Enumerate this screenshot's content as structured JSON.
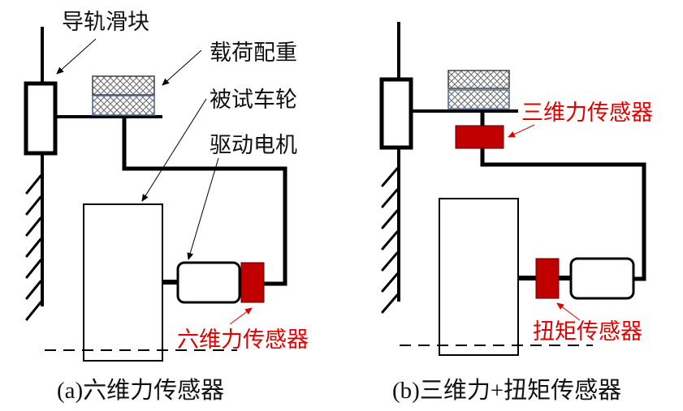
{
  "colors": {
    "line": "#000000",
    "sensor": "#c00000",
    "sensor_label": "#e00000",
    "weight_top_stroke": "#404040",
    "weight_bottom_stroke": "#4a6a9a",
    "hatch": "#7a7a7a"
  },
  "panel_a": {
    "labels": {
      "rail_slider": "导轨滑块",
      "load_weight": "载荷配重",
      "test_wheel": "被试车轮",
      "drive_motor": "驱动电机",
      "sensor": "六维力传感器"
    },
    "caption": "(a)六维力传感器"
  },
  "panel_b": {
    "labels": {
      "sensor_force": "三维力传感器",
      "sensor_torque": "扭矩传感器"
    },
    "caption": "(b)三维力+扭矩传感器"
  }
}
